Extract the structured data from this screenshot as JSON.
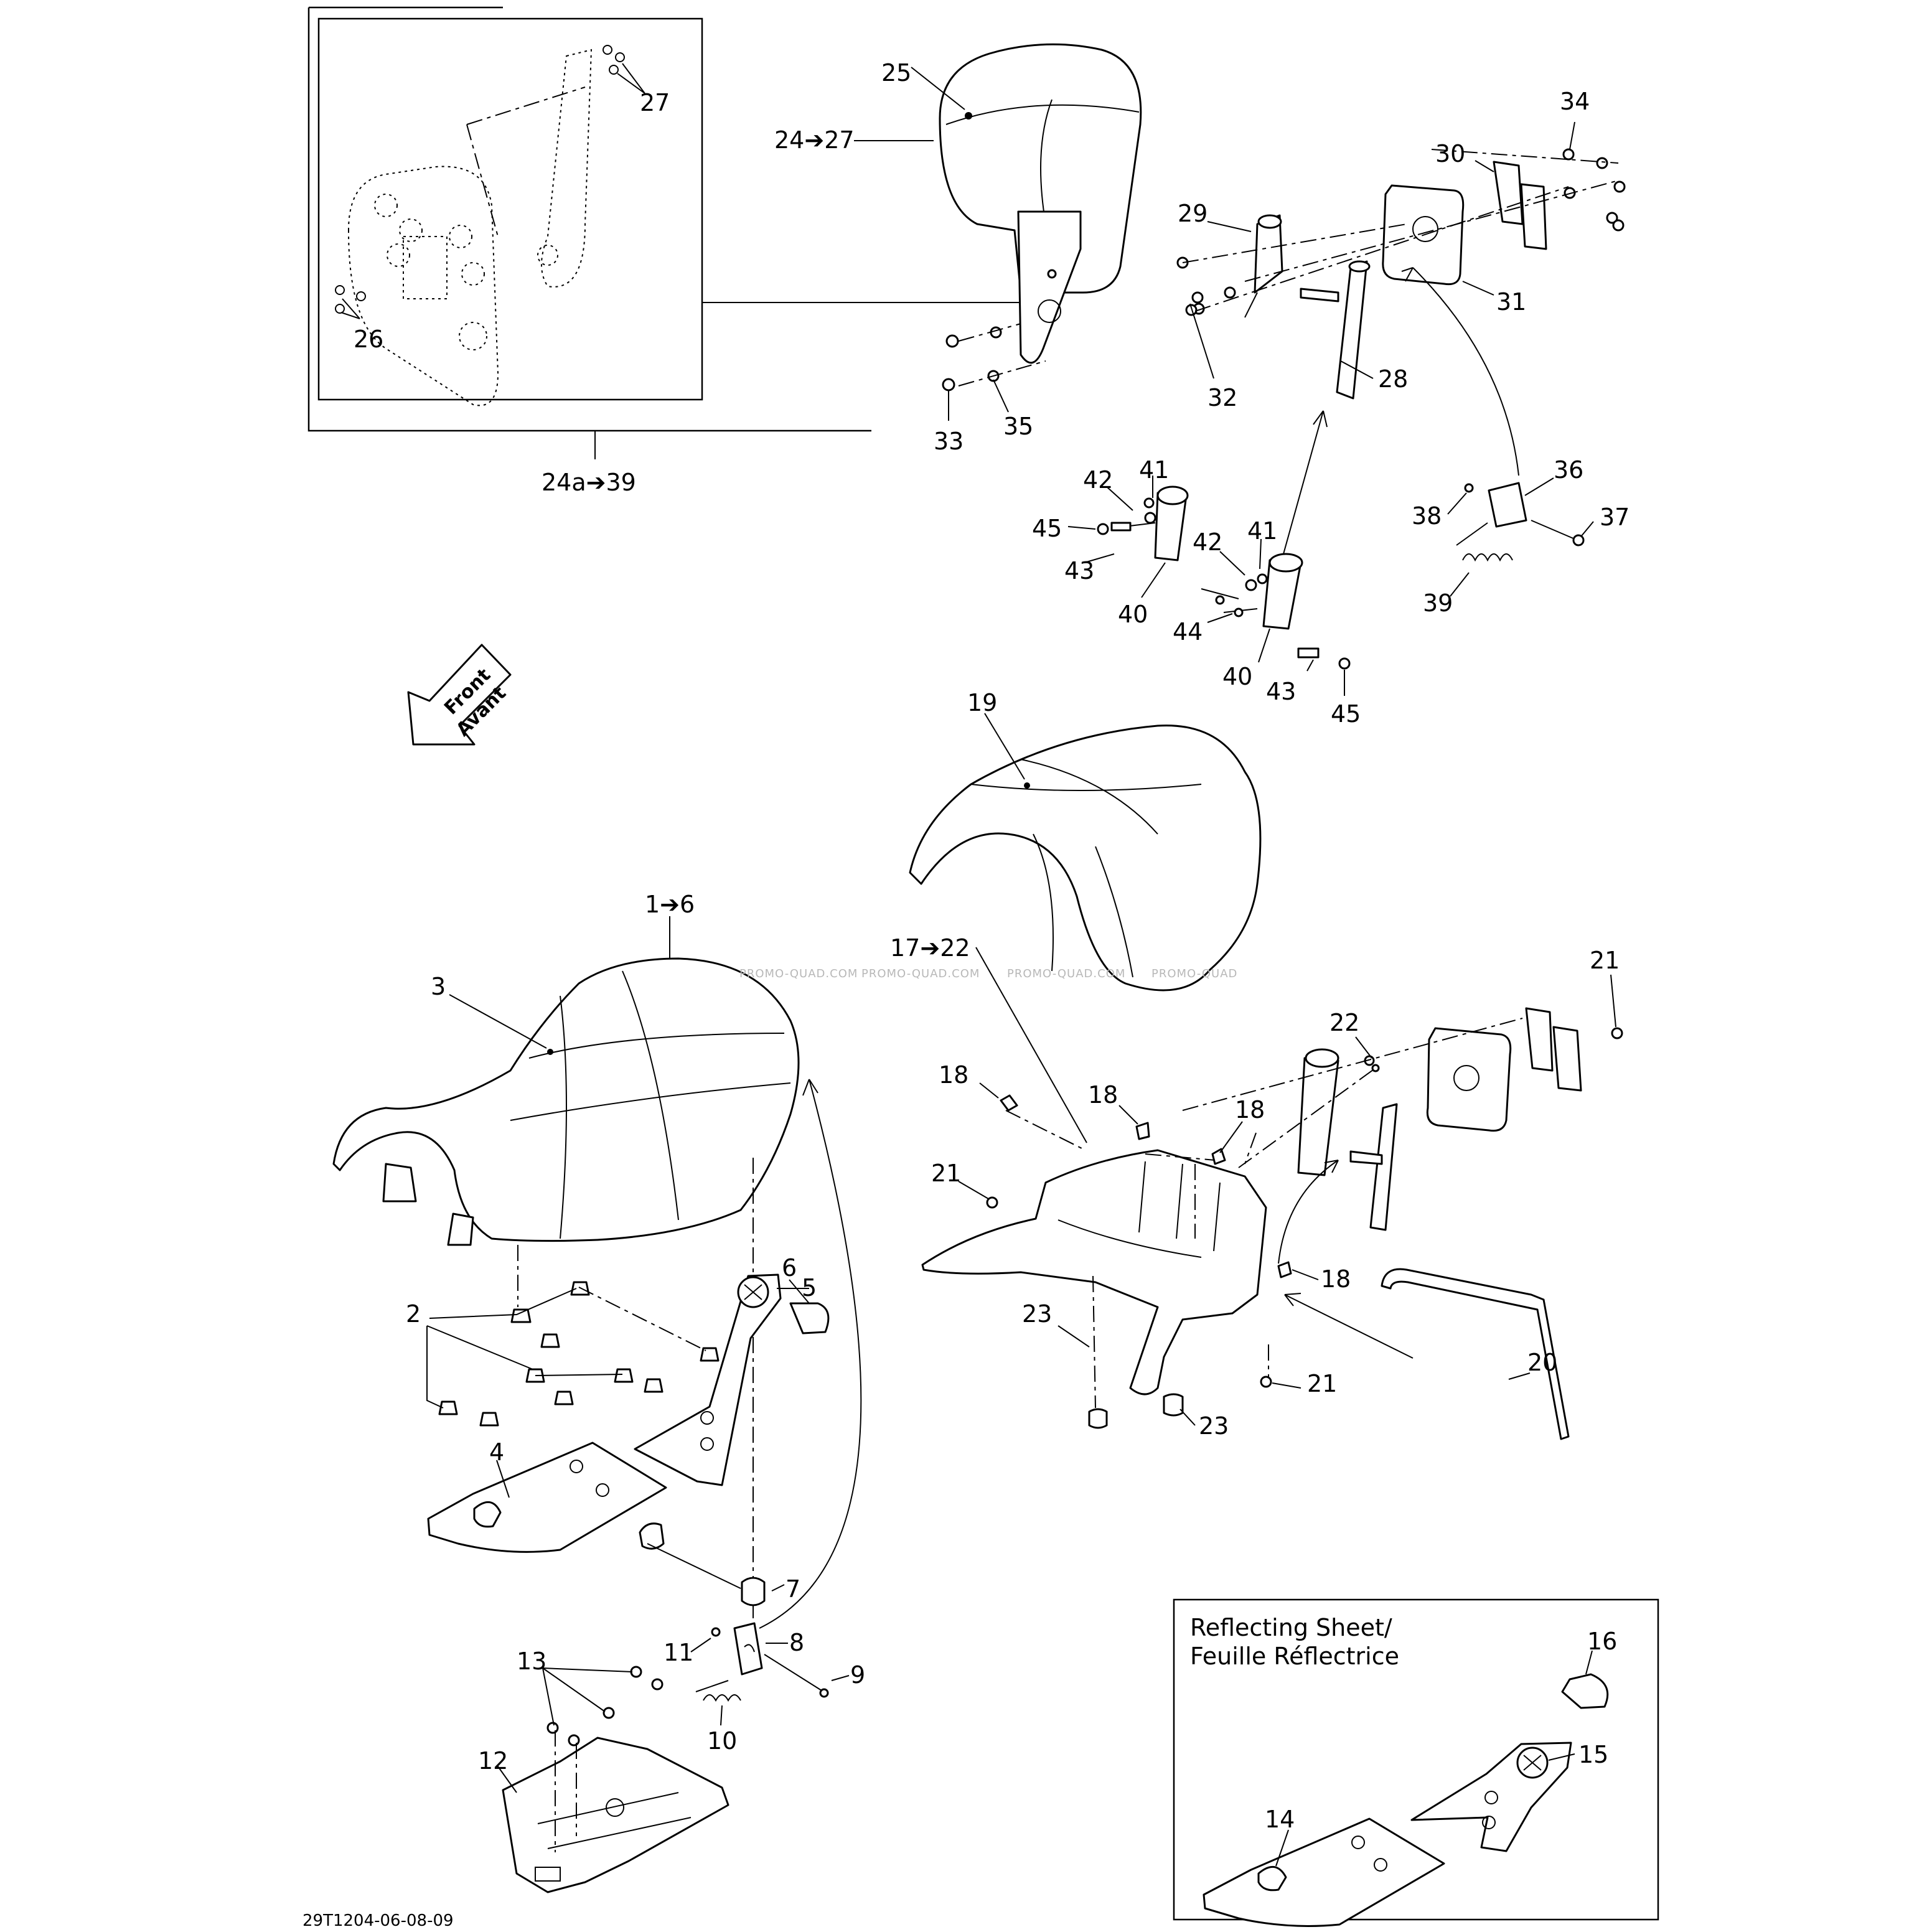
{
  "labels": {
    "l1_6": "1➔6",
    "l2": "2",
    "l3": "3",
    "l4": "4",
    "l5": "5",
    "l6": "6",
    "l7": "7",
    "l8": "8",
    "l9": "9",
    "l10": "10",
    "l11": "11",
    "l12": "12",
    "l13": "13",
    "l14": "14",
    "l15": "15",
    "l16": "16",
    "l17_22": "17➔22",
    "l18a": "18",
    "l18b": "18",
    "l18c": "18",
    "l18d": "18",
    "l19": "19",
    "l20": "20",
    "l21a": "21",
    "l21b": "21",
    "l21c": "21",
    "l22": "22",
    "l23a": "23",
    "l23b": "23",
    "l24_27": "24➔27",
    "l24a_39": "24a➔39",
    "l25": "25",
    "l26": "26",
    "l27": "27",
    "l28": "28",
    "l29": "29",
    "l30": "30",
    "l31": "31",
    "l32": "32",
    "l33": "33",
    "l34": "34",
    "l35": "35",
    "l36": "36",
    "l37": "37",
    "l38": "38",
    "l39": "39",
    "l40a": "40",
    "l40b": "40",
    "l41a": "41",
    "l41b": "41",
    "l42a": "42",
    "l42b": "42",
    "l43a": "43",
    "l43b": "43",
    "l44": "44",
    "l45a": "45",
    "l45b": "45"
  },
  "front_arrow": {
    "line1": "Front",
    "line2": "Avant"
  },
  "reflecting_box": {
    "title_line1": "Reflecting Sheet/",
    "title_line2": "Feuille Réflectrice"
  },
  "watermark": [
    "PROMO-QUAD.COM",
    "PROMO-QUAD.COM",
    "PROMO-QUAD.COM",
    "PROMO-QUAD"
  ],
  "drawing_code": "29T1204-06-08-09"
}
